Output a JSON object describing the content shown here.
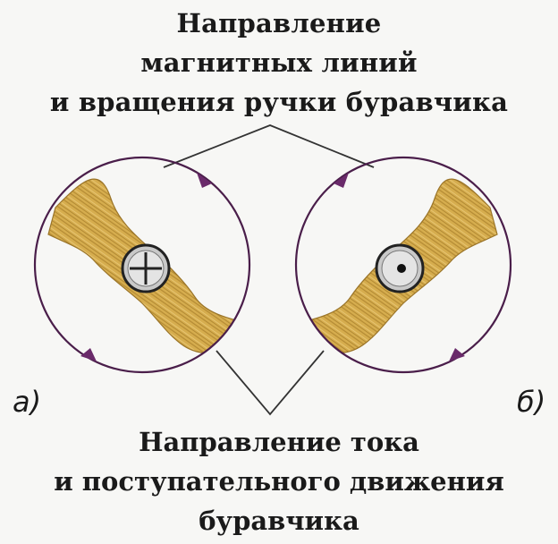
{
  "top_caption": {
    "line1": "Направление",
    "line2": "магнитных линий",
    "line3": "и вращения ручки буравчика"
  },
  "bottom_caption": {
    "line1": "Направление тока",
    "line2": "и поступательного движения",
    "line3": "буравчика"
  },
  "panels": {
    "a": {
      "label": "а)",
      "current_symbol": "cross",
      "rotation": "clockwise"
    },
    "b": {
      "label": "б)",
      "current_symbol": "dot",
      "rotation": "counterclockwise"
    }
  },
  "colors": {
    "circle": "#4a1e4a",
    "arrow": "#6a2a6a",
    "wood": "#d6ad4e",
    "wood_dark": "#a8802c",
    "pointer": "#333333",
    "screw": "#c9c9c9"
  }
}
